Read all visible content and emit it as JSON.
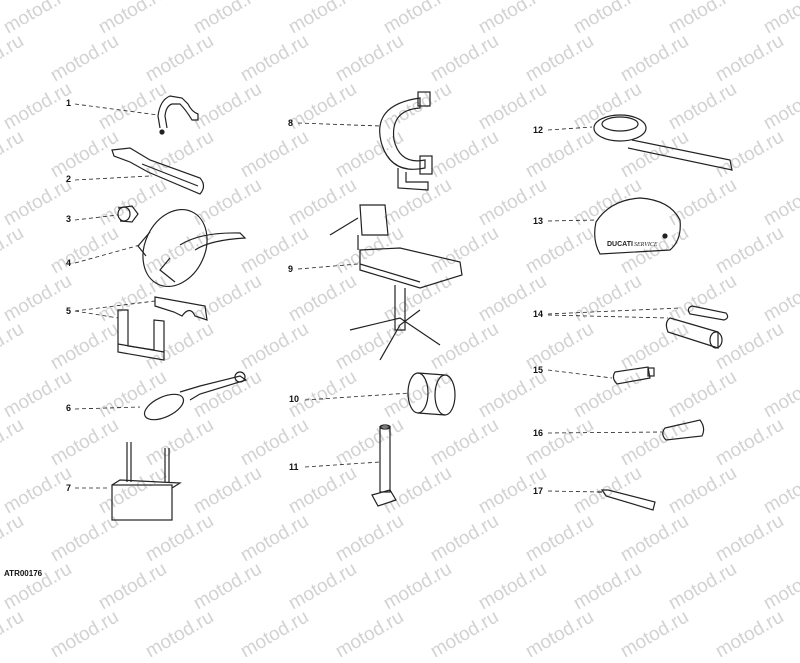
{
  "diagram": {
    "type": "exploded tools illustration",
    "watermark_text": "motod.ru",
    "reference_code": "ATR00176",
    "colors": {
      "line": "#222222",
      "watermark": "#d2d2d2",
      "background": "#ffffff"
    },
    "items": [
      {
        "number": "1",
        "label": "1",
        "desc": "bent hook rod"
      },
      {
        "number": "2",
        "label": "2",
        "desc": "knurled handle tool"
      },
      {
        "number": "3",
        "label": "3",
        "desc": "small sleeve"
      },
      {
        "number": "4",
        "label": "4",
        "desc": "degree wheel with pointer"
      },
      {
        "number": "5",
        "label": "5",
        "desc": "fork holder and plate"
      },
      {
        "number": "6",
        "label": "6",
        "desc": "strap wrench"
      },
      {
        "number": "7",
        "label": "7",
        "desc": "two-pin support block"
      },
      {
        "number": "8",
        "label": "8",
        "desc": "C-clamp"
      },
      {
        "number": "9",
        "label": "9",
        "desc": "stand with vise"
      },
      {
        "number": "10",
        "label": "10",
        "desc": "ring"
      },
      {
        "number": "11",
        "label": "11",
        "desc": "threaded stud with base"
      },
      {
        "number": "12",
        "label": "12",
        "desc": "pin spanner"
      },
      {
        "number": "13",
        "label": "13",
        "desc": "cover with DUCATI SERVICE"
      },
      {
        "number": "14",
        "label": "14",
        "desc": "two drifts"
      },
      {
        "number": "15",
        "label": "15",
        "desc": "knurled drift"
      },
      {
        "number": "16",
        "label": "16",
        "desc": "knurled drift"
      },
      {
        "number": "17",
        "label": "17",
        "desc": "small punch"
      }
    ],
    "cover_text": {
      "brand": "DUCATI",
      "service": "SERVICE"
    }
  }
}
